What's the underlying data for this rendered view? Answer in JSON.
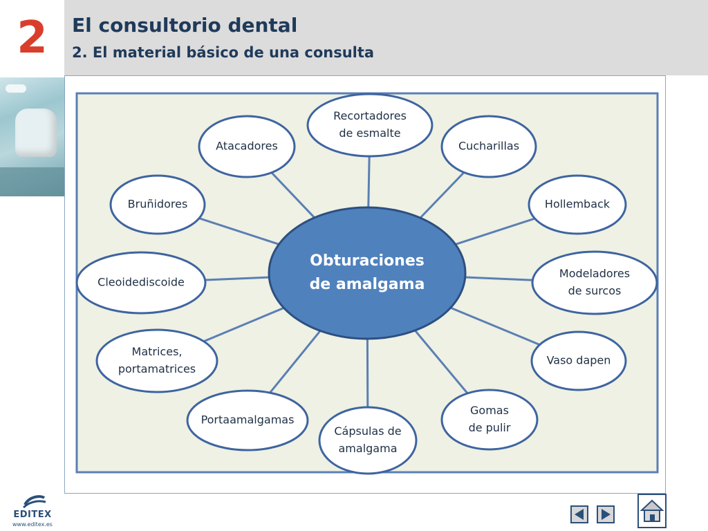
{
  "header": {
    "chapter_number": "2",
    "title": "El consultorio dental",
    "subtitle": "2. El material básico de una consulta"
  },
  "diagram": {
    "center": {
      "lines": [
        "Obturaciones",
        "de amalgama"
      ]
    },
    "nodes": [
      {
        "id": "recortadores",
        "lines": [
          "Recortadores",
          "de esmalte"
        ]
      },
      {
        "id": "cucharillas",
        "lines": [
          "Cucharillas"
        ]
      },
      {
        "id": "hollemback",
        "lines": [
          "Hollemback"
        ]
      },
      {
        "id": "modeladores",
        "lines": [
          "Modeladores",
          "de surcos"
        ]
      },
      {
        "id": "vaso-dapen",
        "lines": [
          "Vaso dapen"
        ]
      },
      {
        "id": "gomas",
        "lines": [
          "Gomas",
          "de pulir"
        ]
      },
      {
        "id": "capsulas",
        "lines": [
          "Cápsulas de",
          "amalgama"
        ]
      },
      {
        "id": "portaamalgamas",
        "lines": [
          "Portaamalgamas"
        ]
      },
      {
        "id": "matrices",
        "lines": [
          "Matrices,",
          "portamatrices"
        ]
      },
      {
        "id": "cleoidediscoide",
        "lines": [
          "Cleoidediscoide"
        ]
      },
      {
        "id": "brunidores",
        "lines": [
          "Bruñidores"
        ]
      },
      {
        "id": "atacadores",
        "lines": [
          "Atacadores"
        ]
      }
    ],
    "colors": {
      "panel_fill": "#eef1e3",
      "panel_border": "#5b7fb4",
      "node_fill": "#ffffff",
      "node_border": "#3e64a0",
      "center_fill": "#4f81bd",
      "center_border": "#2d4f80",
      "connector": "#5b7fb4"
    }
  },
  "footer": {
    "logo_text": "EDITEX",
    "logo_url": "www.editex.es",
    "prev_icon": "triangle-left-icon",
    "next_icon": "triangle-right-icon",
    "home_icon": "home-icon"
  }
}
